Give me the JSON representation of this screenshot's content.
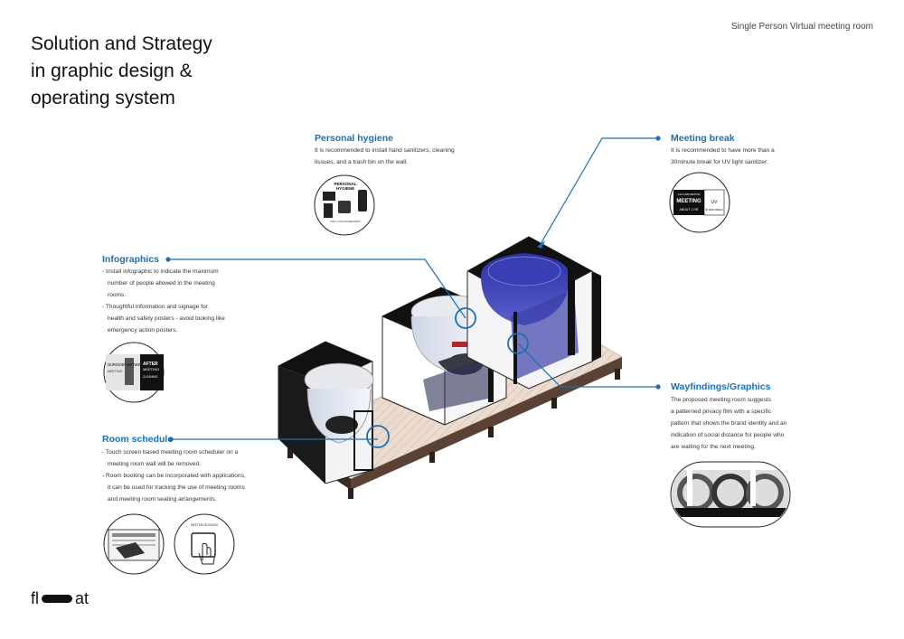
{
  "title_lines": [
    "Solution and Strategy",
    "in graphic design &",
    "operating system"
  ],
  "top_right": "Single Person Virtual meeting room",
  "sections": {
    "personal_hygiene": {
      "heading": "Personal hygiene",
      "lines": [
        "It is recommended to install hand sanitizers, cleaning",
        "tissues, and a trash bin on the wall."
      ],
      "thumb": {
        "label1": "PERSONAL",
        "label2": "HYGIENE",
        "footer": "DAILY RECOMMENDED"
      }
    },
    "meeting_break": {
      "heading": "Meeting break",
      "lines": [
        "It is recommended to have more than a",
        "30minute break for UV light sanitizer."
      ],
      "thumb": {
        "left1": "COLLABORATIVE",
        "left2": "MEETING",
        "left3": "ABOUT 1 HR",
        "right1": "UV",
        "right2": "30 MINS BREAK"
      }
    },
    "infographics": {
      "heading": "Infographics",
      "lines": [
        "- Install infographic to indicate the maximum",
        "number of people allowed in the meeting",
        "rooms.",
        "- Thoughtful information and signage for",
        "health and safety posters - avoid looking like",
        "emergency action posters."
      ],
      "thumb": {
        "left1": "DURING",
        "left2": "IN BETWEEN",
        "left3": "MEETING",
        "right1": "AFTER",
        "right2": "MEETING",
        "right3": "CLEANING"
      }
    },
    "room_schedule": {
      "heading": "Room schedule",
      "lines": [
        "- Touch screen based meeting room scheduler on a",
        "meeting room wall will be removed.",
        "- Room booking can be incorporated with applications,",
        "it can be used for tracking the use of meeting rooms",
        "and meeting room seating arrangements."
      ],
      "thumb2": {
        "label": "MEETING BOOKING"
      }
    },
    "wayfindings": {
      "heading": "Wayfindings/Graphics",
      "lines": [
        "The proposed meeting room suggests",
        "a patterned privacy film with a specific",
        "pattern that shows the brand identity and an",
        "indication of social distance for people who",
        "are waiting for the next meeting."
      ]
    }
  },
  "logo": {
    "left": "fl",
    "right": "at"
  },
  "colors": {
    "accent": "#1b6fb4",
    "dark": "#111111",
    "floor": "#e8d6c8"
  }
}
